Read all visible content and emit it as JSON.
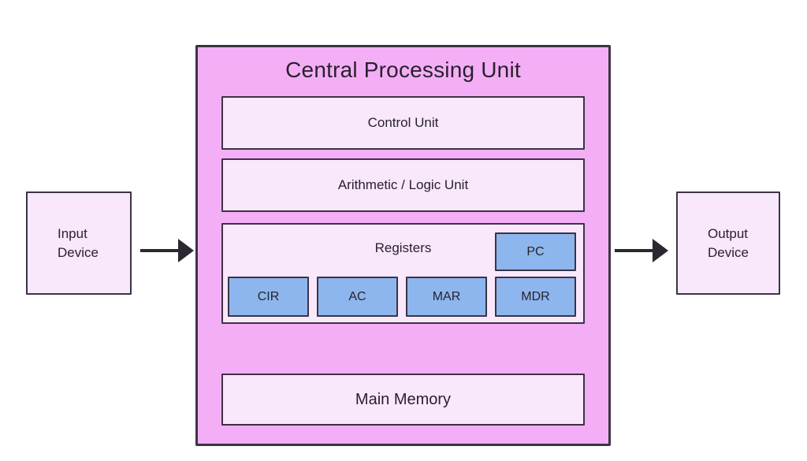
{
  "title": "Central Processing Unit",
  "cpu": {
    "control_unit": "Control Unit",
    "alu": "Arithmetic / Logic Unit",
    "registers": {
      "label": "Registers",
      "pc": "PC",
      "row": [
        "CIR",
        "AC",
        "MAR",
        "MDR"
      ]
    },
    "main_memory": "Main Memory"
  },
  "input_device": {
    "line1": "Input",
    "line2": "Device"
  },
  "output_device": {
    "line1": "Output",
    "line2": "Device"
  },
  "colors": {
    "cpu_fill": "#f4aef6",
    "panel_fill": "#f9e7fc",
    "register_fill": "#8db6ee",
    "border": "#3a3442",
    "arrow": "#2c2730",
    "text": "#28222c"
  }
}
